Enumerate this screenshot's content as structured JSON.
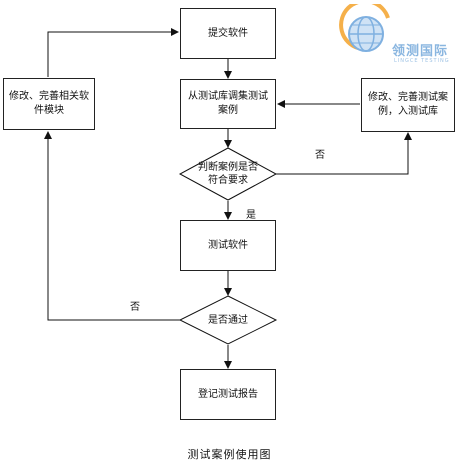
{
  "nodes": {
    "submit": "提交软件",
    "select_cases": "从测试库调集测试案例",
    "modify_module": "修改、完善相关软件模块",
    "modify_cases": "修改、完善测试案例，入测试库",
    "judge": "判断案例是否符合要求",
    "test": "测试软件",
    "pass": "是否通过",
    "report": "登记测试报告"
  },
  "edge_labels": {
    "judge_no": "否",
    "judge_yes": "是",
    "pass_no": "否"
  },
  "caption": "测试案例使用图",
  "logo": {
    "name": "领测国际",
    "subtitle": "LINGCE TESTING",
    "colors": {
      "ring": "#f5b04a",
      "globe": "#7fb0e0",
      "text": "#8ab6e0"
    }
  }
}
